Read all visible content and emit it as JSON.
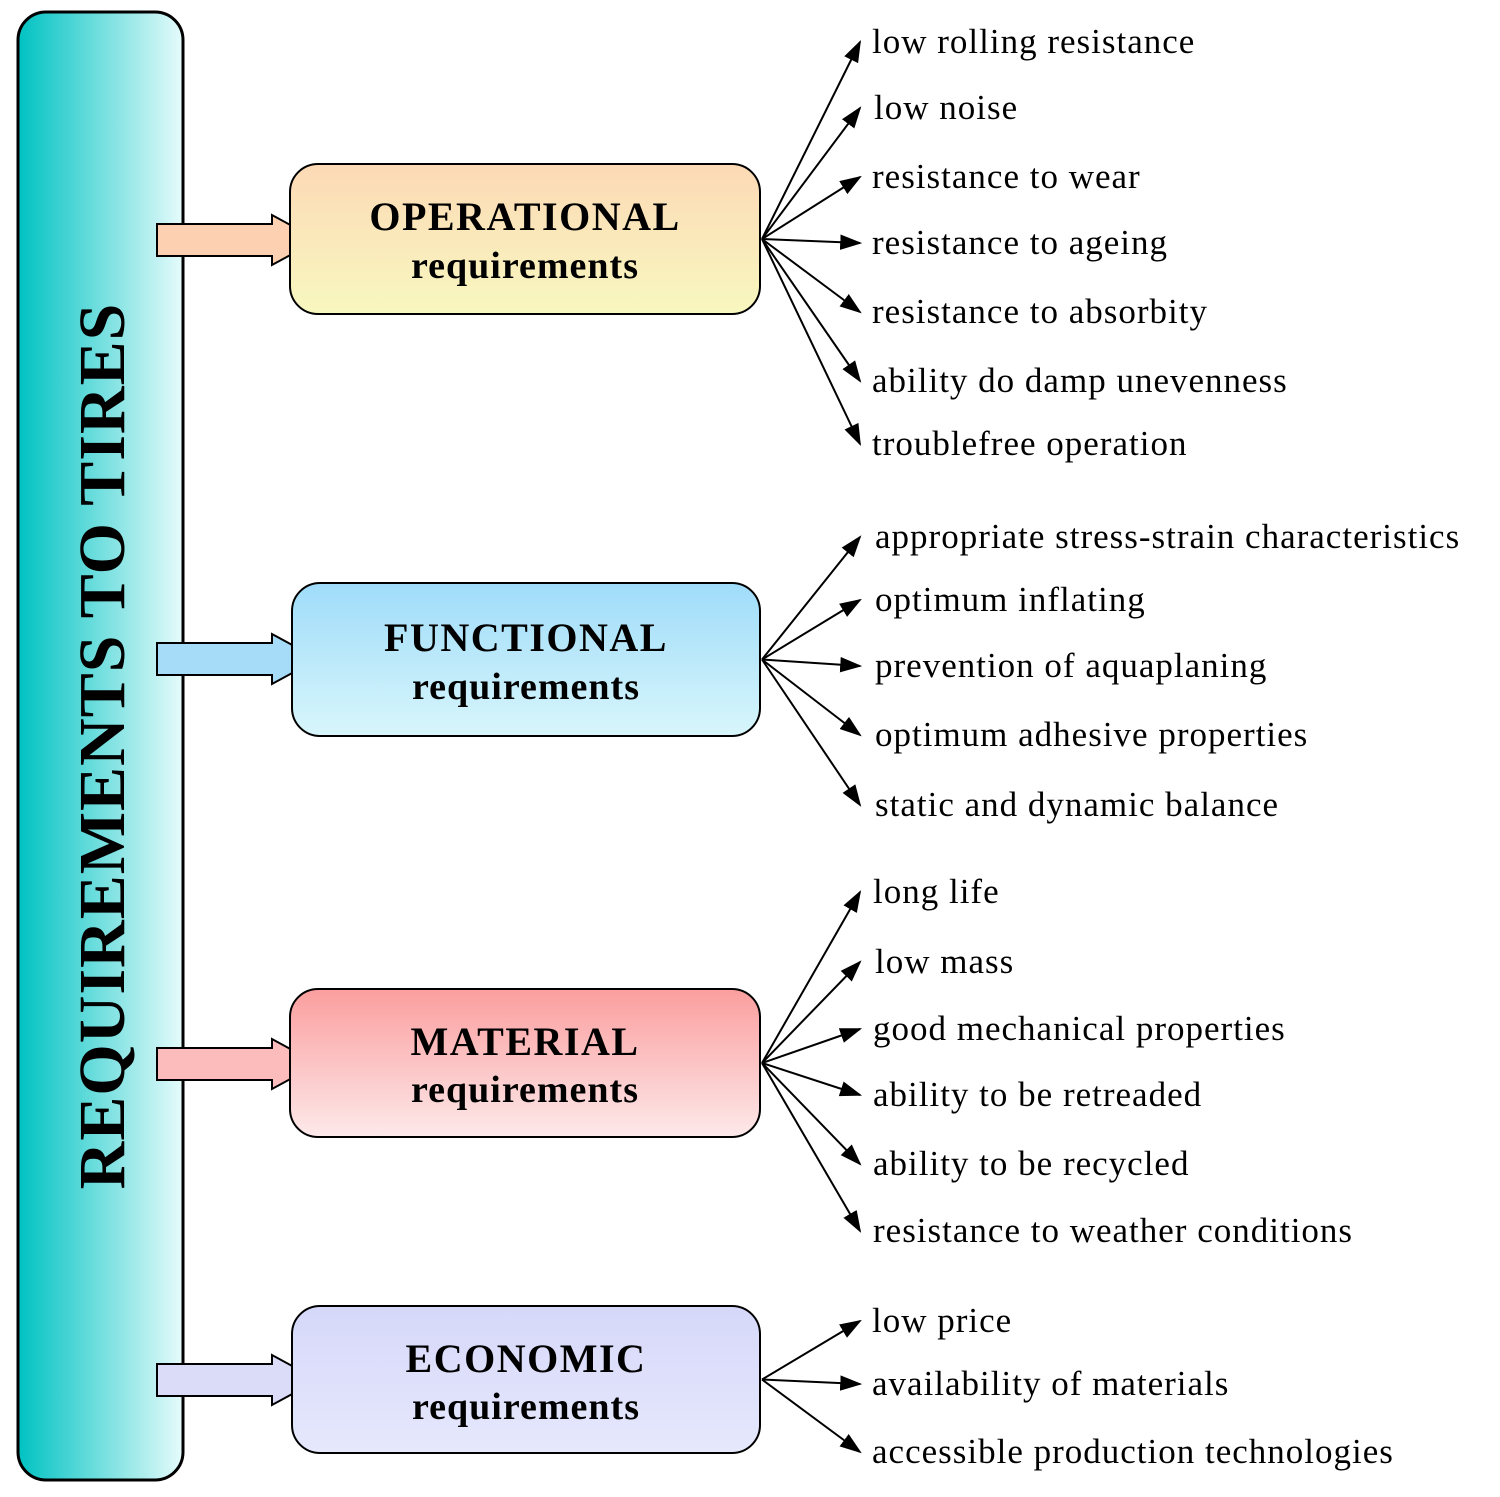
{
  "main": {
    "title": "REQUIREMENTS TO TIRES",
    "colors": {
      "left": "#00c2c2",
      "right": "#e6fbfb"
    }
  },
  "groups": [
    {
      "title": "OPERATIONAL",
      "subtitle": "requirements",
      "colors": {
        "top": "#fcd9b6",
        "bottom": "#f8f8bf",
        "arrow": "#fcd0b0"
      },
      "items": [
        "low rolling resistance",
        "low noise",
        "resistance to wear",
        "resistance to ageing",
        "resistance to absorbity",
        "ability do damp unevenness",
        "troublefree operation"
      ]
    },
    {
      "title": "FUNCTIONAL",
      "subtitle": "requirements",
      "colors": {
        "top": "#9fdcfa",
        "bottom": "#d8f6fb",
        "arrow": "#a7dcf8"
      },
      "items": [
        "appropriate stress-strain characteristics",
        "optimum inflating",
        "prevention of aquaplaning",
        "optimum adhesive properties",
        "static and dynamic balance"
      ]
    },
    {
      "title": "MATERIAL",
      "subtitle": "requirements",
      "colors": {
        "top": "#fb9e9e",
        "bottom": "#fde9ea",
        "arrow": "#fcbcbc"
      },
      "items": [
        "long life",
        "low mass",
        "good mechanical properties",
        "ability to be retreaded",
        "ability to be recycled",
        "resistance to weather conditions"
      ]
    },
    {
      "title": "ECONOMIC",
      "subtitle": "requirements",
      "colors": {
        "top": "#d6d8fa",
        "bottom": "#e6e8fc",
        "arrow": "#dadcf8"
      },
      "items": [
        "low price",
        "availability of materials",
        "accessible production technologies"
      ]
    }
  ]
}
